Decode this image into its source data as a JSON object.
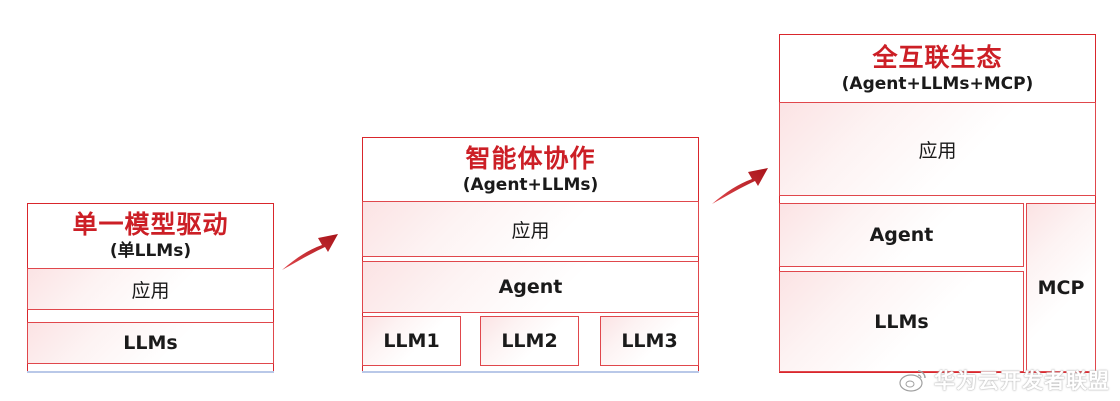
{
  "stage1": {
    "title": "单一模型驱动",
    "subtitle": "(单LLMs)",
    "app_label": "应用",
    "llm_label": "LLMs"
  },
  "stage2": {
    "title": "智能体协作",
    "subtitle": "(Agent+LLMs)",
    "app_label": "应用",
    "agent_label": "Agent",
    "llms": [
      "LLM1",
      "LLM2",
      "LLM3"
    ]
  },
  "stage3": {
    "title": "全互联生态",
    "subtitle": "(Agent+LLMs+MCP)",
    "app_label": "应用",
    "agent_label": "Agent",
    "llm_label": "LLMs",
    "mcp_label": "MCP"
  },
  "watermark": {
    "text": "华为云开发者联盟",
    "icon": "weibo-icon"
  },
  "colors": {
    "accent": "#cc1f26",
    "border": "#e0474c",
    "cell_tint": "#fbe3e4"
  }
}
